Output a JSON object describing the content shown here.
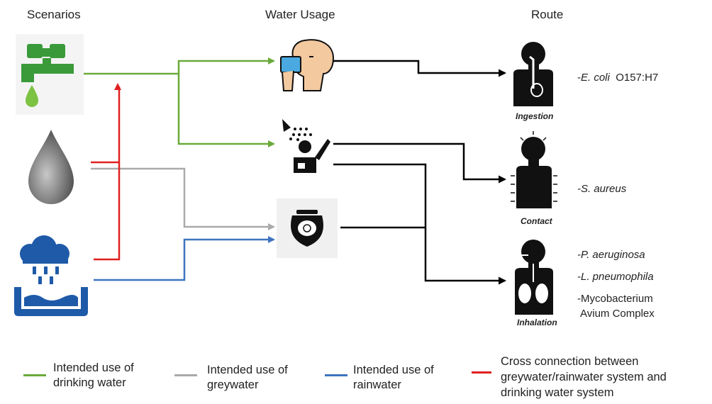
{
  "headers": {
    "scenarios": "Scenarios",
    "water_usage": "Water Usage",
    "route": "Route"
  },
  "routes": {
    "ingestion": "Ingestion",
    "contact": "Contact",
    "inhalation": "Inhalation"
  },
  "pathogens": {
    "ecoli_prefix": "-",
    "ecoli_name": "E. coli",
    "ecoli_strain": "O157:H7",
    "saureus": "-S. aureus",
    "paeruginosa": "-P. aeruginosa",
    "lpneumophila": "-L. pneumophila",
    "mac_line1": "-Mycobacterium",
    "mac_line2": "Avium Complex"
  },
  "legend": {
    "drinking_1": "Intended use of",
    "drinking_2": "drinking water",
    "grey_1": "Intended use of",
    "grey_2": "greywater",
    "rain_1": "Intended use of",
    "rain_2": "rainwater",
    "cross_1": "Cross connection between",
    "cross_2": "greywater/rainwater system and",
    "cross_3": "drinking water system"
  },
  "colors": {
    "drinking": "#6aaa3a",
    "grey": "#aaaaaa",
    "rain": "#3f74c0",
    "cross": "#e02020",
    "route": "#000000"
  }
}
